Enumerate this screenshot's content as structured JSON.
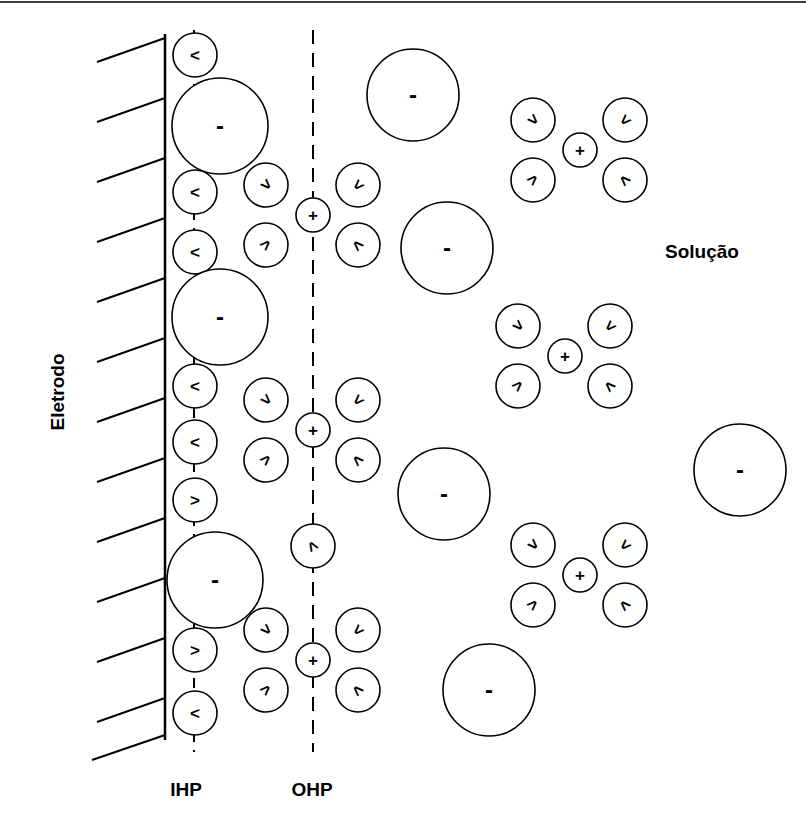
{
  "diagram": {
    "nodes": [
      {
        "text": [
          "<"
        ]
      },
      {
        "text": [
          "-"
        ]
      },
      {
        "text": [
          "<"
        ]
      },
      {
        "text": [
          "<"
        ]
      },
      {
        "text": [
          "-"
        ]
      },
      {
        "text": [
          "<"
        ]
      },
      {
        "text": [
          "<"
        ]
      },
      {
        "text": [
          ">"
        ]
      },
      {
        "text": [
          "-"
        ]
      },
      {
        "text": [
          ">"
        ]
      },
      {
        "text": [
          "<"
        ]
      },
      {
        "text": [
          "+"
        ]
      },
      {
        "text": [
          "<"
        ]
      },
      {
        "text": [
          "<"
        ]
      },
      {
        "text": [
          "<"
        ]
      },
      {
        "text": [
          "<"
        ]
      },
      {
        "text": [
          "+"
        ]
      },
      {
        "text": [
          "<"
        ]
      },
      {
        "text": [
          "<"
        ]
      },
      {
        "text": [
          "<"
        ]
      },
      {
        "text": [
          "<"
        ]
      },
      {
        "text": [
          "<"
        ]
      },
      {
        "text": [
          "+"
        ]
      },
      {
        "text": [
          "<"
        ]
      },
      {
        "text": [
          "<"
        ]
      },
      {
        "text": [
          "<"
        ]
      },
      {
        "text": [
          "<"
        ]
      },
      {
        "text": [
          "-"
        ]
      },
      {
        "text": [
          "-"
        ]
      },
      {
        "text": [
          "-"
        ]
      },
      {
        "text": [
          "-"
        ]
      },
      {
        "text": [
          "+"
        ]
      },
      {
        "text": [
          "<"
        ]
      },
      {
        "text": [
          "<"
        ]
      },
      {
        "text": [
          "<"
        ]
      },
      {
        "text": [
          "<"
        ]
      },
      {
        "text": [
          "+"
        ]
      },
      {
        "text": [
          "<"
        ]
      },
      {
        "text": [
          "<"
        ]
      },
      {
        "text": [
          "<"
        ]
      },
      {
        "text": [
          "<"
        ]
      },
      {
        "text": [
          "+"
        ]
      },
      {
        "text": [
          "<"
        ]
      },
      {
        "text": [
          "<"
        ]
      },
      {
        "text": [
          "<"
        ]
      },
      {
        "text": [
          "<"
        ]
      },
      {
        "text": [
          "-"
        ]
      }
    ],
    "labels": [
      "Eletrodo",
      "Solução",
      "IHP",
      "OHP"
    ]
  }
}
